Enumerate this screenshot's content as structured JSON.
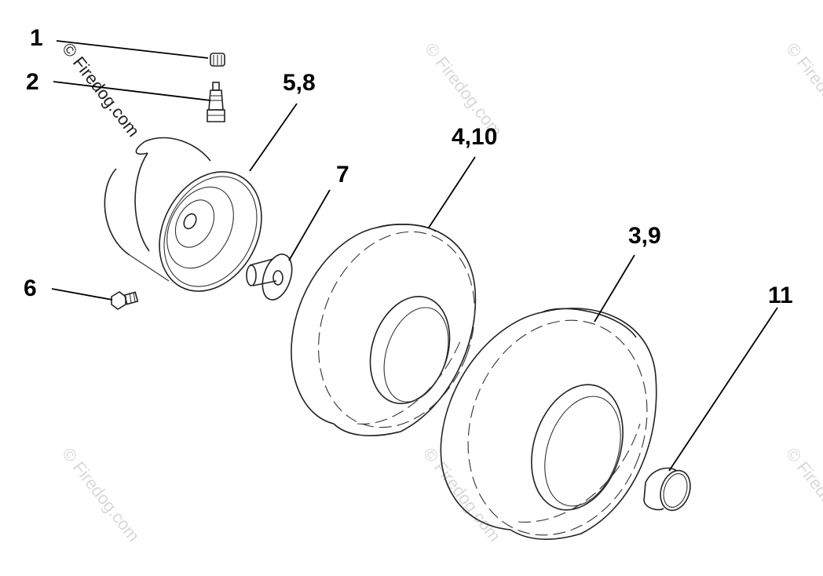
{
  "callouts": {
    "c1": "1",
    "c2": "2",
    "c3_9": "3,9",
    "c4_10": "4,10",
    "c5_8": "5,8",
    "c6": "6",
    "c7": "7",
    "c11": "11"
  },
  "watermark": {
    "text": "© Firedog.com"
  },
  "colors": {
    "line": "#222222",
    "watermark": "#d9d9d9",
    "background": "#ffffff"
  }
}
